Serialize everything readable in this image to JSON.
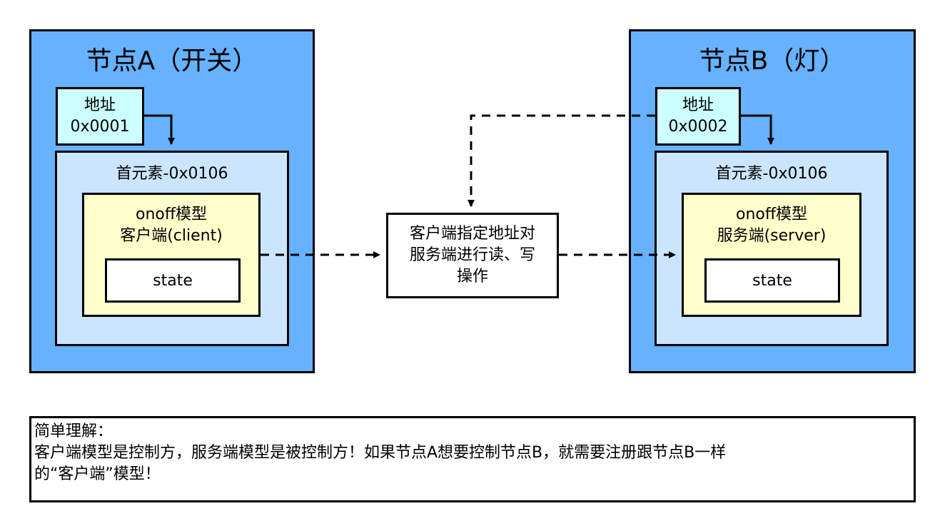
{
  "node_a": {
    "title": "节点A（开关）",
    "address_label": "地址",
    "address_value": "0x0001",
    "element": "首元素-0x0106",
    "model_line1": "onoff模型",
    "model_line2": "客户端(client)",
    "state": "state"
  },
  "node_b": {
    "title": "节点B（灯）",
    "address_label": "地址",
    "address_value": "0x0002",
    "element": "首元素-0x0106",
    "model_line1": "onoff模型",
    "model_line2": "服务端(server)",
    "state": "state"
  },
  "center": {
    "line1": "客户端指定地址对",
    "line2": "服务端进行读、写",
    "line3": "操作"
  },
  "note": {
    "line1": "简单理解：",
    "line2": "客户端模型是控制方，服务端模型是被控制方！如果节点A想要控制节点B，就需要注册跟节点B一样",
    "line3": "的“客户端”模型！"
  },
  "colors": {
    "node_fill": "#66b2ff",
    "address_fill": "#ccffff",
    "element_fill": "#cce5ff",
    "model_fill": "#ffffcc",
    "state_fill": "#ffffff",
    "stroke": "#000000"
  }
}
